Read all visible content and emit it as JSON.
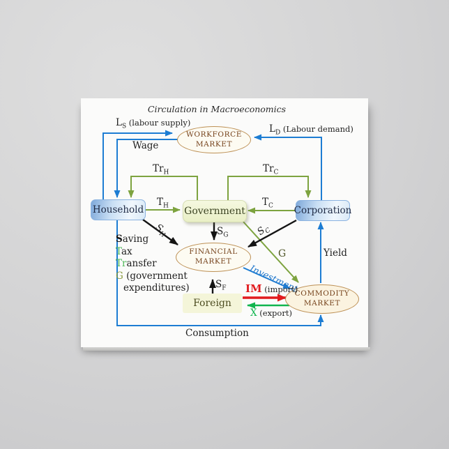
{
  "artwork": {
    "title": "Circulation in Macroeconomics"
  },
  "nodes": {
    "workforce": {
      "line1": "WORKFORCE",
      "line2": "MARKET"
    },
    "financial": {
      "line1": "FINANCIAL",
      "line2": "MARKET"
    },
    "commodity": {
      "line1": "COMMODITY",
      "line2": "MARKET"
    },
    "household": {
      "label": "Household"
    },
    "government": {
      "label": "Government"
    },
    "corporation": {
      "label": "Corporation"
    },
    "foreign": {
      "label": "Foreign"
    }
  },
  "labels": {
    "ls": {
      "main": "L",
      "sub": "S",
      "suffix": " (labour supply)"
    },
    "ld": {
      "main": "L",
      "sub": "D",
      "suffix": " (Labour demand)"
    },
    "wage": "Wage",
    "trh": {
      "main": "Tr",
      "sub": "H"
    },
    "trc": {
      "main": "Tr",
      "sub": "C"
    },
    "th": {
      "main": "T",
      "sub": "H"
    },
    "tc": {
      "main": "T",
      "sub": "C"
    },
    "sh": {
      "main": "S",
      "sub": "H"
    },
    "sc": {
      "main": "S",
      "sub": "C"
    },
    "sg": {
      "main": "S",
      "sub": "G"
    },
    "sf": {
      "main": "S",
      "sub": "F"
    },
    "g": "G",
    "yield": "Yield",
    "investment": "Investment",
    "im": {
      "main": "IM",
      "suffix": " (import)"
    },
    "x": {
      "main": "X",
      "suffix": " (export)"
    },
    "consumption": "Consumption"
  },
  "legend": {
    "items": [
      {
        "sym": "S",
        "rest": "aving"
      },
      {
        "sym": "T",
        "rest": "ax"
      },
      {
        "sym": "Tr",
        "rest": "ansfer"
      },
      {
        "sym": "G",
        "rest": " (government"
      }
    ],
    "cont": "expenditures)"
  },
  "palette": {
    "wall": "#d3d3d4",
    "canvas": "#fbfbfa",
    "flow_blue": "#1d7dd3",
    "flow_olive": "#7da33f",
    "flow_black": "#141414",
    "flow_red": "#e11b1e",
    "flow_green": "#10b54f",
    "ellipse_border": "#bd9055",
    "ellipse_text": "#76431c",
    "blue_box_fill": "#7fa9da",
    "government_fill": "#edf2cf",
    "foreign_fill": "#f4f5d9",
    "legend_green": "#4db857",
    "legend_olive": "#8a9a40"
  }
}
